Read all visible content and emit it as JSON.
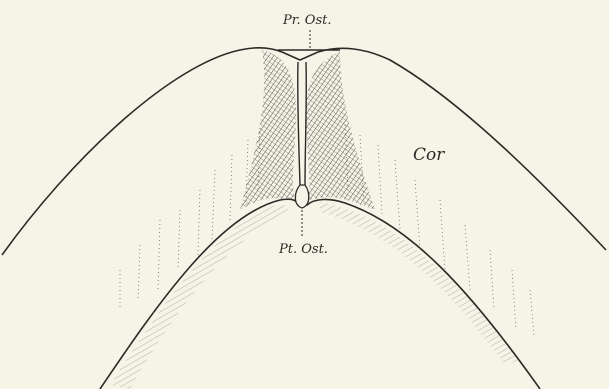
{
  "labels": {
    "pre_ostium": "Pr. Ost.",
    "post_ostium": "Pt. Ost.",
    "cor": "Cor"
  }
}
